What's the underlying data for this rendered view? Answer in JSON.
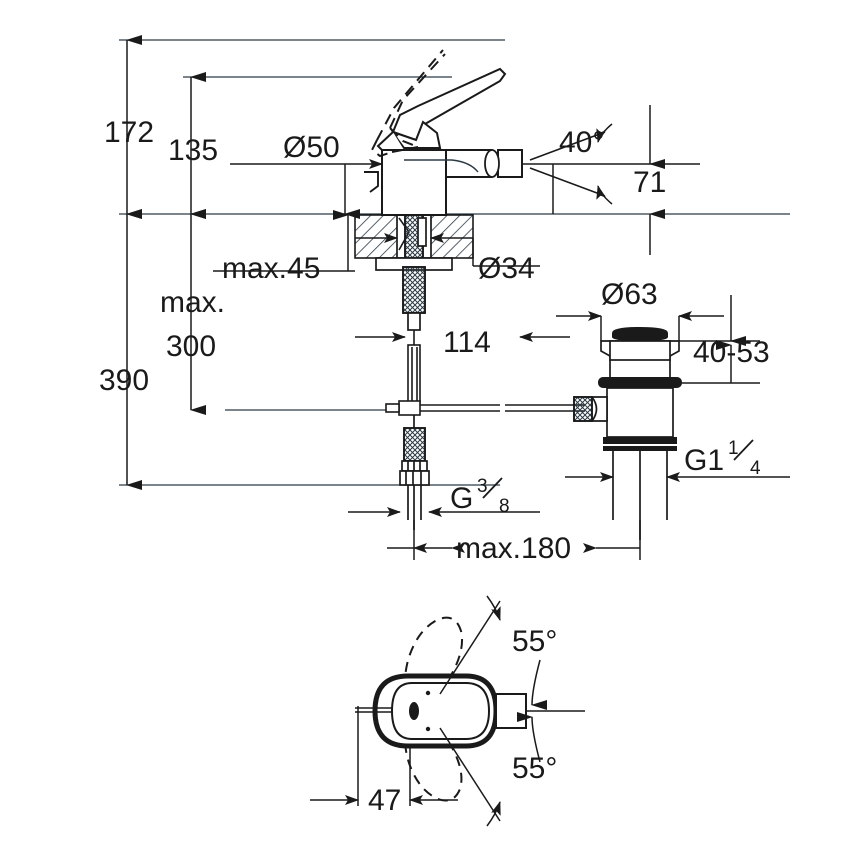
{
  "drawing": {
    "title": "Bidet mixer dimension drawing",
    "units": "mm",
    "line_color": "#2b3a45",
    "text_color": "#1a1a1a",
    "accent_color": "#000000"
  },
  "views": {
    "elevation": {
      "name": "side-elevation-view"
    },
    "plan": {
      "name": "top-plan-view"
    }
  },
  "dimensions": {
    "total_height": "172",
    "spout_height": "135",
    "spout_reach": "Ø50",
    "deck_thickness": "max.45",
    "shank_dia": "Ø34",
    "outlet_angle": "40°",
    "outlet_drop": "71",
    "hose_length_max_label_1": "max.",
    "hose_length_max_label_2": "300",
    "overall_drop": "390",
    "waste_offset": "114",
    "waste_flange_dia": "Ø63",
    "waste_basin_range": "40-53",
    "waste_thread_main": "G1",
    "waste_thread_sup": "1",
    "waste_thread_sub": "4",
    "supply_thread_main": "G",
    "supply_thread_sup": "3",
    "supply_thread_sub": "8",
    "max_spread": "max.180",
    "swivel_upper": "55°",
    "swivel_lower": "55°",
    "plan_offset": "47"
  }
}
